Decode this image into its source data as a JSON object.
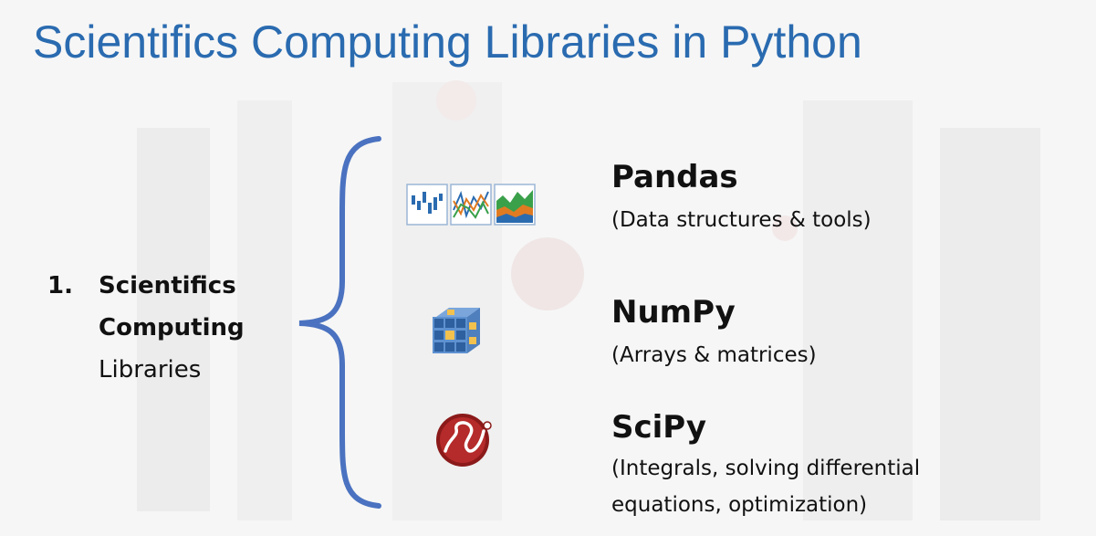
{
  "slide": {
    "title": "Scientifics Computing Libraries in Python",
    "accent_color": "#2a6bb0"
  },
  "category": {
    "number": "1.",
    "line1": "Scientifics",
    "line2": "Computing",
    "line3": "Libraries"
  },
  "libraries": [
    {
      "name": "Pandas",
      "description": "(Data structures & tools)",
      "icon": "pandas-charts-icon"
    },
    {
      "name": "NumPy",
      "description": "(Arrays & matrices)",
      "icon": "numpy-cube-icon"
    },
    {
      "name": "SciPy",
      "description_line1": "(Integrals, solving differential",
      "description_line2": "equations, optimization)",
      "icon": "scipy-logo-icon"
    }
  ]
}
